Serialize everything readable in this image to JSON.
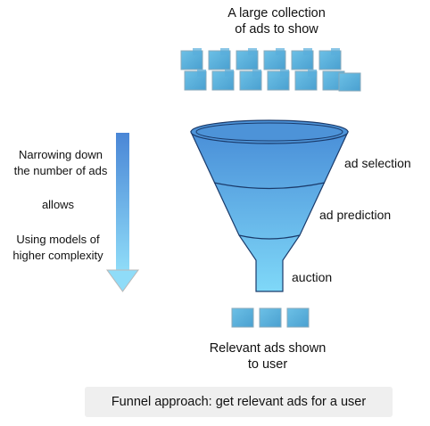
{
  "diagram": {
    "top_title": [
      "A large collection",
      "of ads to show"
    ],
    "side_text": {
      "line1": [
        "Narrowing down",
        "the number of ads"
      ],
      "line2": "allows",
      "line3": [
        "Using models of",
        "higher complexity"
      ]
    },
    "stages": {
      "selection": "ad selection",
      "prediction": "ad prediction",
      "auction": "auction"
    },
    "bottom_label": [
      "Relevant ads shown",
      "to user"
    ],
    "caption": "Funnel approach: get relevant ads for a user"
  },
  "colors": {
    "ad_square": "#5aaedb",
    "funnel_top": "#4a8fd8",
    "funnel_bottom": "#7fd8f8",
    "arrow_top": "#4a86d6",
    "arrow_bottom": "#8fdcf8"
  }
}
